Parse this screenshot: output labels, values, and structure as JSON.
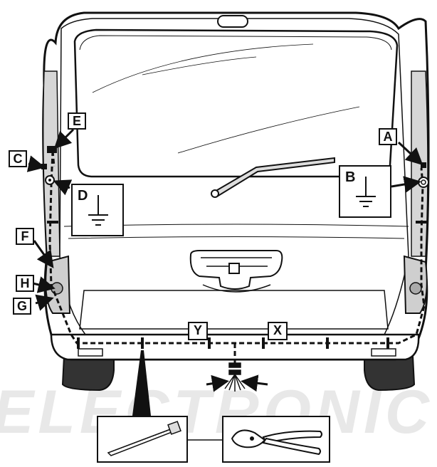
{
  "watermark": {
    "text": "ELECTRONIC"
  },
  "labels": {
    "A": "A",
    "B": "B",
    "C": "C",
    "D": "D",
    "E": "E",
    "F": "F",
    "G": "G",
    "H": "H",
    "X": "X",
    "Y": "Y"
  },
  "colors": {
    "line": "#111111",
    "body": "#ffffff",
    "shade": "#cfcfcf",
    "watermark": "#e8e8e8"
  },
  "icons": {
    "ground": "ground-symbol-icon",
    "cable_tie": "cable-tie-icon",
    "cutter": "side-cutter-pliers-icon"
  }
}
